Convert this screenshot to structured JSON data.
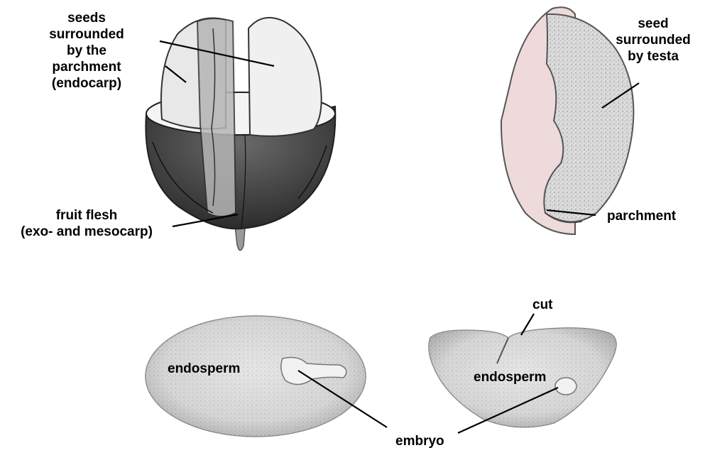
{
  "labels": {
    "seeds_parchment": [
      "seeds",
      "surrounded",
      "by the",
      "parchment",
      "(endocarp)"
    ],
    "seed_testa": [
      "seed",
      "surrounded",
      "by testa"
    ],
    "fruit_flesh": [
      "fruit flesh",
      "(exo- and mesocarp)"
    ],
    "parchment": "parchment",
    "cut": "cut",
    "endosperm_left": "endosperm",
    "endosperm_right": "endosperm",
    "embryo": "embryo"
  }
}
